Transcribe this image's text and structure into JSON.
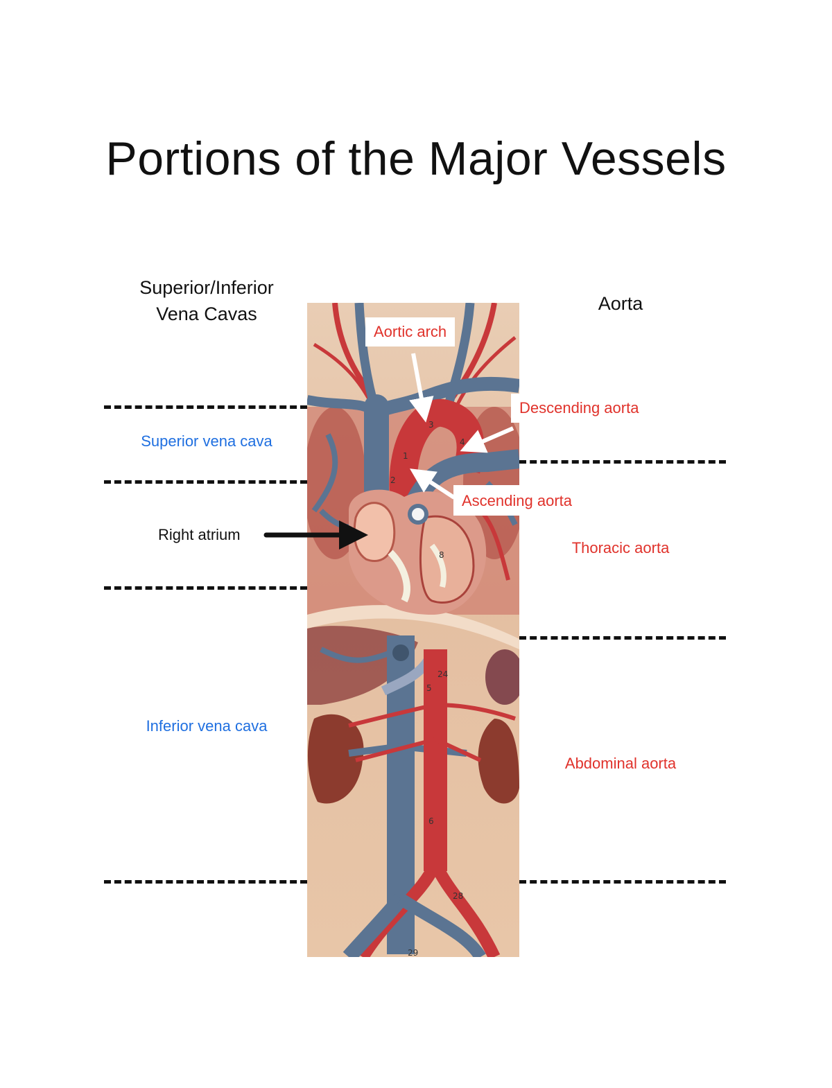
{
  "title": "Portions of the Major Vessels",
  "left_column": {
    "heading_line1": "Superior/Inferior",
    "heading_line2": "Vena Cavas",
    "superior_label": "Superior vena cava",
    "right_atrium_label": "Right atrium",
    "inferior_label": "Inferior vena cava"
  },
  "right_column": {
    "heading": "Aorta",
    "thoracic_label": "Thoracic aorta",
    "abdominal_label": "Abdominal aorta"
  },
  "callouts": {
    "aortic_arch": "Aortic arch",
    "descending_aorta": "Descending aorta",
    "ascending_aorta": "Ascending aorta"
  },
  "model_numbers": [
    "3",
    "1",
    "2",
    "4",
    "5",
    "6",
    "8",
    "24",
    "28",
    "29"
  ],
  "colors": {
    "vein_blue": "#5b7492",
    "artery_red": "#c8383a",
    "label_blue": "#1f6fe0",
    "label_red": "#e0322b",
    "tissue": "#e7c2a3"
  }
}
